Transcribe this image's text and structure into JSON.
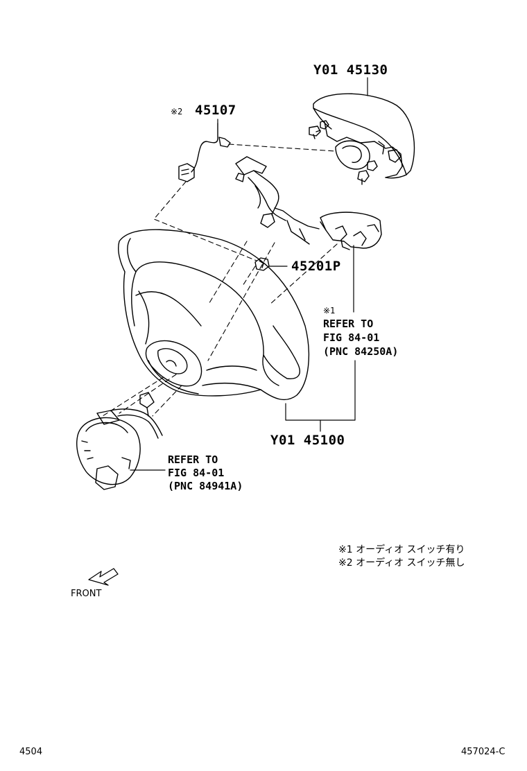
{
  "parts": {
    "pad_upper": "Y01 45130",
    "wire_mark": "※2",
    "wire": "45107",
    "nut": "45201P",
    "wheel": "Y01 45100"
  },
  "refs": {
    "switch": {
      "mark": "※1",
      "line1": "REFER TO",
      "line2": "FIG 84-01",
      "line3": "(PNC 84250A)"
    },
    "spiral": {
      "line1": "REFER TO",
      "line2": "FIG 84-01",
      "line3": "(PNC 84941A)"
    }
  },
  "notes": [
    "※1 オーディオ スイッチ有り",
    "※2 オーディオ スイッチ無し"
  ],
  "front_label": "FRONT",
  "page_left": "4504",
  "page_right": "457024-C",
  "icons": [
    "front-arrow-icon"
  ]
}
